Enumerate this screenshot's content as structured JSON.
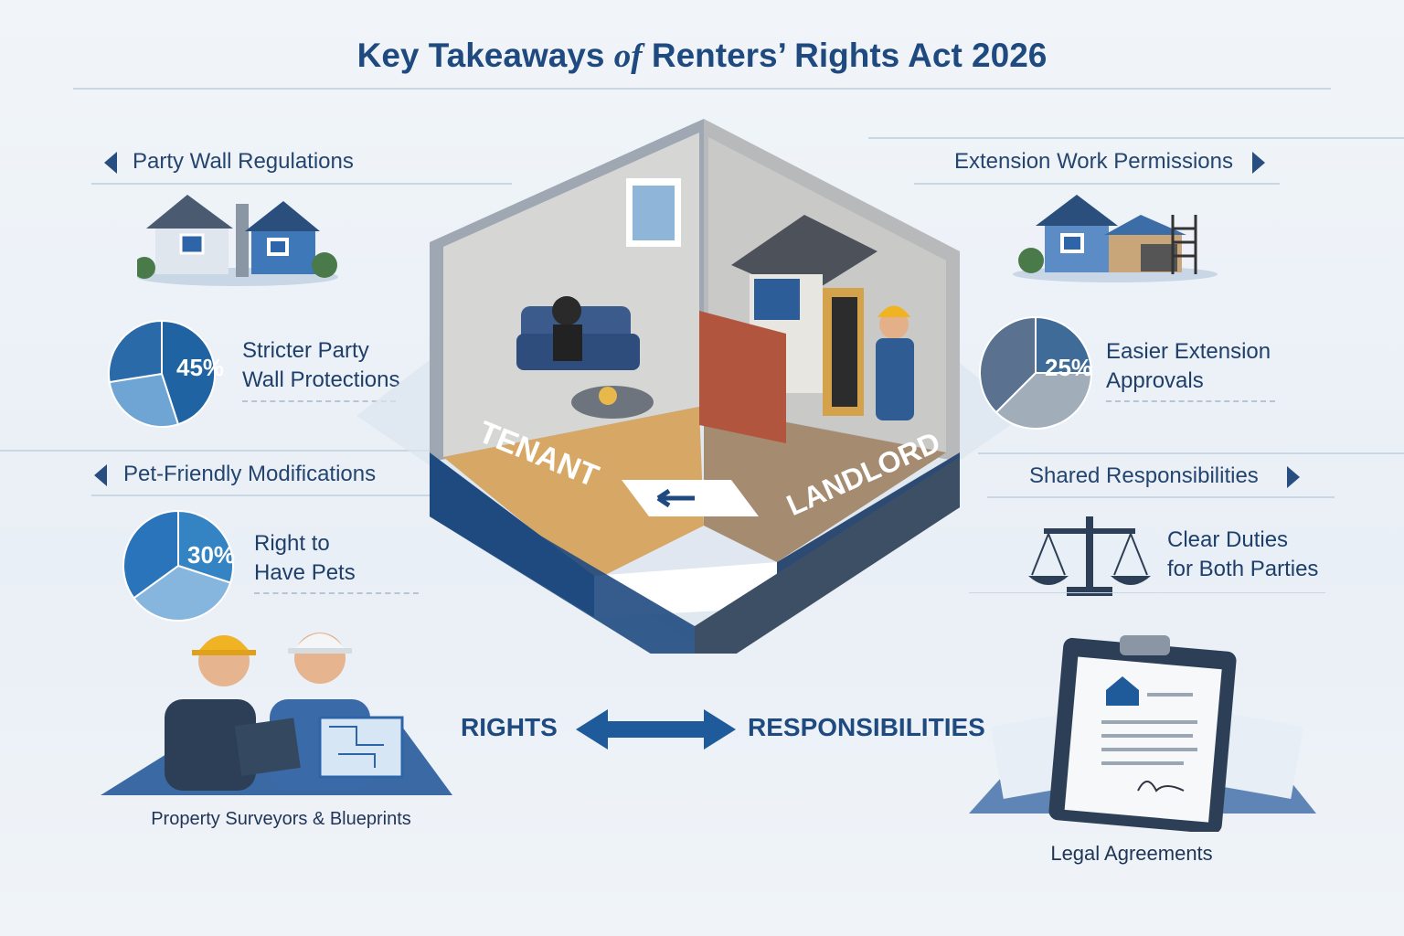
{
  "title": {
    "part1": "Key Takeaways ",
    "part2": "of",
    "part3": " Renters’ Rights Act 2026"
  },
  "left": {
    "section1": "Party Wall Regulations",
    "stat1": {
      "value": "45%",
      "percent": 45,
      "line1": "Stricter Party",
      "line2": "Wall Protections",
      "color": "#1f63a3"
    },
    "section2": "Pet-Friendly Modifications",
    "stat2": {
      "value": "30%",
      "percent": 30,
      "line1": "Right to",
      "line2": "Have Pets",
      "color": "#2b78bd"
    },
    "caption": "Property Surveyors & Blueprints"
  },
  "right": {
    "section1": "Extension Work Permissions",
    "stat1": {
      "value": "25%",
      "percent": 25,
      "line1": "Easier Extension",
      "line2": "Approvals",
      "color": "#3e6b97"
    },
    "section2": "Shared Responsibilities",
    "duties": {
      "line1": "Clear Duties",
      "line2": "for Both Parties"
    },
    "caption": "Legal Agreements"
  },
  "center": {
    "tenant": "TENANT",
    "landlord": "LANDLORD"
  },
  "bottom": {
    "rights": "RIGHTS",
    "responsibilities": "RESPONSIBILITIES"
  },
  "icons": [
    "house-icon",
    "pie-chart-icon",
    "scales-icon",
    "clipboard-icon",
    "surveyor-icon",
    "double-arrow-icon",
    "chevron-left-icon",
    "chevron-right-icon"
  ]
}
